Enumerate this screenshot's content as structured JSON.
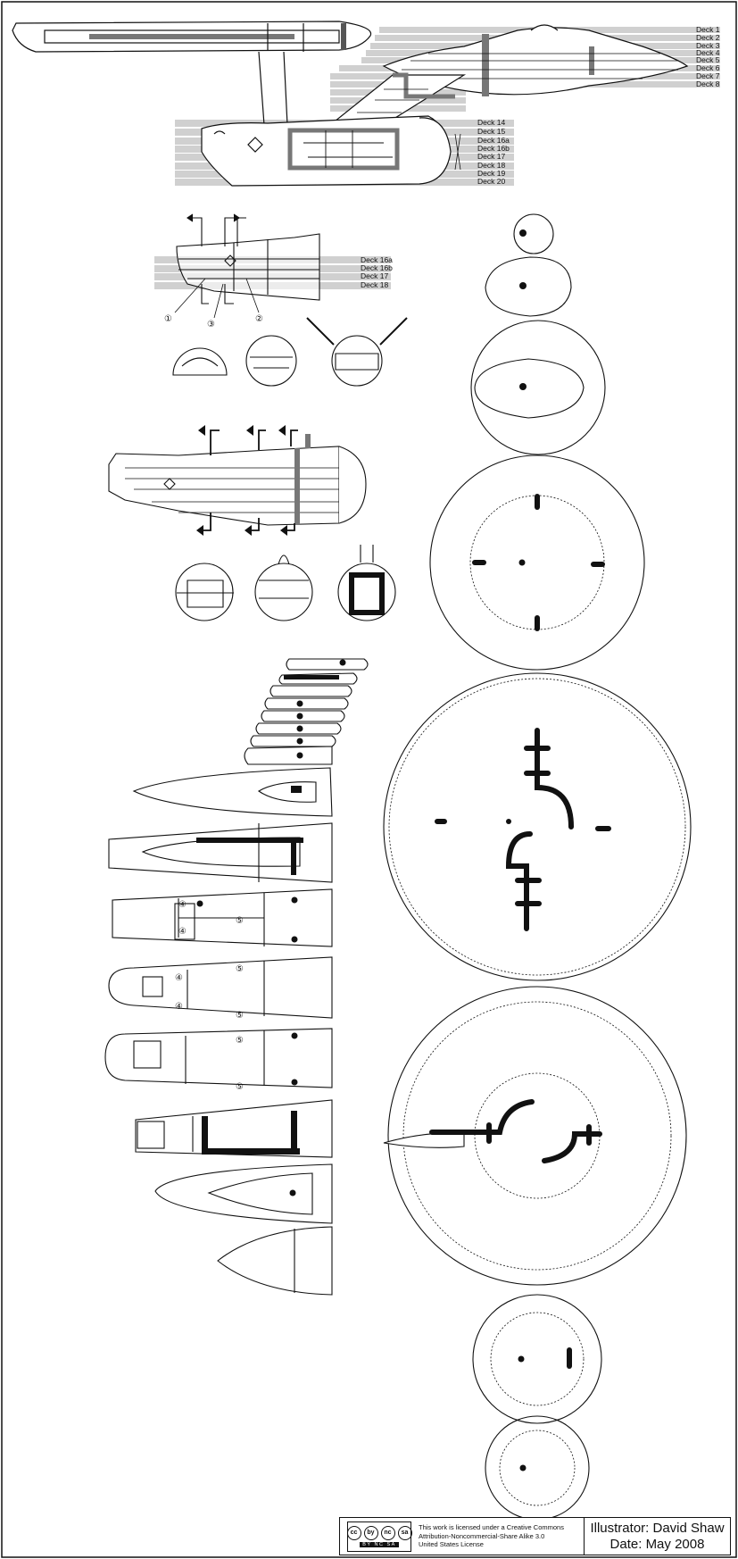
{
  "decks_upper": [
    "Deck 1",
    "Deck 2",
    "Deck 3",
    "Deck 4",
    "Deck 5",
    "Deck 6",
    "Deck 7",
    "Deck 8"
  ],
  "decks_lower": [
    "Deck 14",
    "Deck 15",
    "Deck 16a",
    "Deck 16b",
    "Deck 17",
    "Deck 18",
    "Deck 19",
    "Deck 20"
  ],
  "decks_detail": [
    "Deck 16a",
    "Deck 16b",
    "Deck 17",
    "Deck 18"
  ],
  "callouts": [
    "①",
    "②",
    "③",
    "④",
    "⑤"
  ],
  "license": {
    "badge_icons": [
      "cc",
      "by",
      "nc",
      "sa"
    ],
    "badge_tags": "BY  NC  SA",
    "line1": "This work is licensed under a Creative Commons",
    "line2": "Attribution-Noncommercial-Share Alike 3.0",
    "line3": "United States License"
  },
  "credit": {
    "illustrator": "Illustrator: David Shaw",
    "date": "Date: May 2008"
  }
}
